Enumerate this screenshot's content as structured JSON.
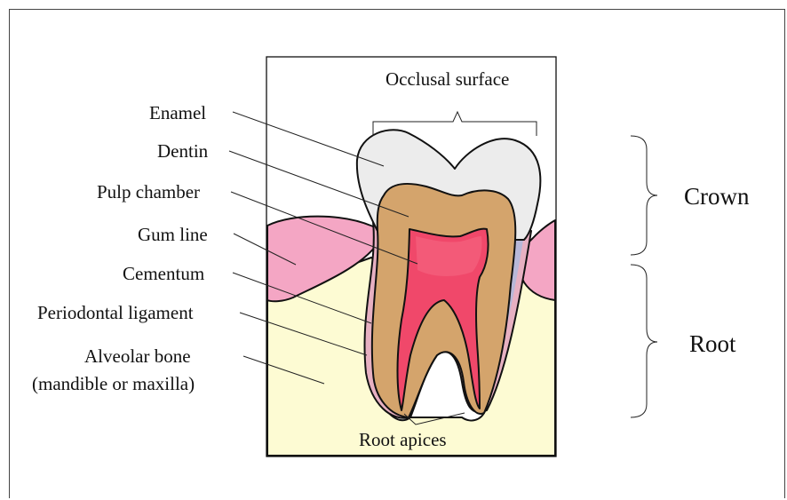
{
  "diagram": {
    "top_label": "Occlusal surface",
    "bottom_label": "Root apices",
    "left_labels": {
      "enamel": "Enamel",
      "dentin": "Dentin",
      "pulp_chamber": "Pulp chamber",
      "gum_line": "Gum line",
      "cementum": "Cementum",
      "periodontal_ligament": "Periodontal ligament",
      "alveolar_bone_1": "Alveolar bone",
      "alveolar_bone_2": "(mandible or maxilla)"
    },
    "right_labels": {
      "crown": "Crown",
      "root": "Root"
    },
    "colors": {
      "enamel": "#ececec",
      "dentin": "#d4a46c",
      "pulp": "#f0486a",
      "gum": "#f4a6c4",
      "bone": "#fdfbd3",
      "ligament": "#b8b8d8",
      "cementum": "#e7b0c2"
    }
  }
}
